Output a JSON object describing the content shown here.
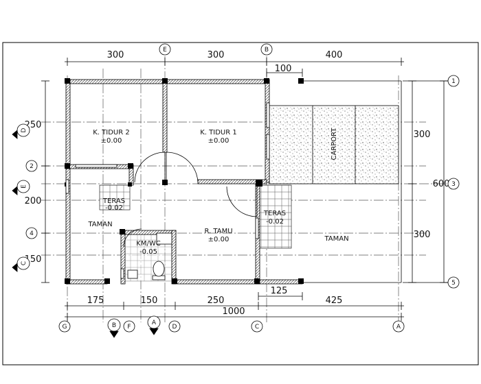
{
  "dimensions": {
    "top": [
      "300",
      "300",
      "400"
    ],
    "top_sub": "100",
    "right": [
      "300",
      "300"
    ],
    "right_total": "600",
    "left": [
      "250",
      "200",
      "150"
    ],
    "bottom": [
      "175",
      "150",
      "250",
      "125",
      "425"
    ],
    "bottom_total": "1000"
  },
  "rooms": {
    "tidur2_name": "K. TIDUR 2",
    "tidur2_level": "±0.00",
    "tidur1_name": "K. TIDUR 1",
    "tidur1_level": "±0.00",
    "carport": "CARPORT",
    "teras_left_name": "TERAS",
    "teras_left_level": "-0.02",
    "teras_right_name": "TERAS",
    "teras_right_level": "-0.02",
    "taman_left": "TAMAN",
    "taman_right": "TAMAN",
    "tamu_name": "R. TAMU",
    "tamu_level": "±0.00",
    "kmwc_name": "KM/WC",
    "kmwc_level": "-0.05"
  },
  "grid": {
    "top_e": "E",
    "top_b": "B",
    "right_1": "1",
    "right_3": "3",
    "right_5": "5",
    "left_2": "2",
    "left_4": "4",
    "bottom_g": "G",
    "bottom_f": "F",
    "bottom_d": "D",
    "bottom_c": "C",
    "bottom_a": "A"
  },
  "section_marks": {
    "d": "D",
    "e": "E",
    "c": "C",
    "b": "B",
    "a": "A"
  }
}
